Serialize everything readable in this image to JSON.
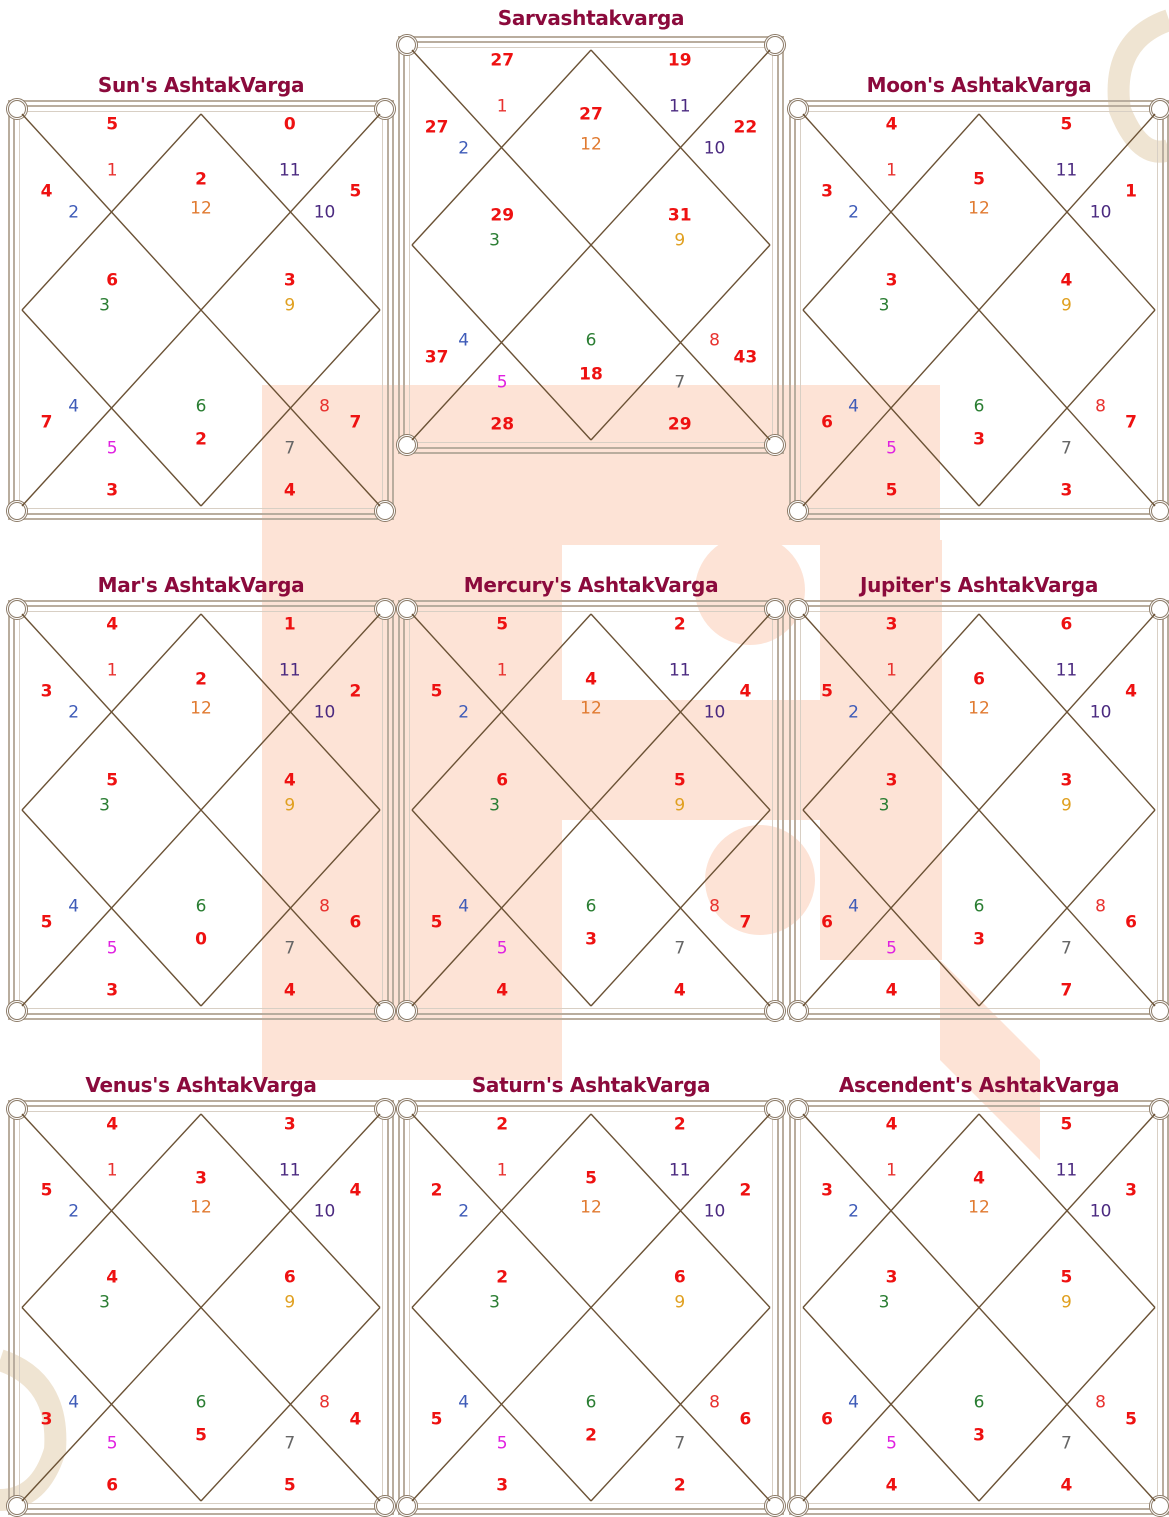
{
  "colors": {
    "title": "#8b0a3c",
    "value": "#ee1111",
    "line": "#6b5235",
    "watermark": "#fde3d6",
    "house_numbers": {
      "1": "#e8322f",
      "2": "#3e5bb8",
      "3": "#2a7d32",
      "4": "#3e5bb8",
      "5": "#e020e0",
      "6": "#2a7d32",
      "7": "#666666",
      "8": "#e8322f",
      "9": "#e0a020",
      "10": "#4b2a80",
      "11": "#4b2a80",
      "12": "#e07a30"
    }
  },
  "background": {
    "watermark_icon": "om-symbol-icon"
  },
  "charts": [
    {
      "title": "Sarvashtakvarga",
      "houses": [
        "1",
        "2",
        "3",
        "4",
        "5",
        "6",
        "7",
        "8",
        "9",
        "10",
        "11",
        "12"
      ],
      "values": [
        "27",
        "27",
        "27",
        "29",
        "37",
        "28",
        "18",
        "29",
        "43",
        "31",
        "22",
        "19"
      ]
    },
    {
      "title": "Sun's AshtakVarga",
      "houses": [
        "1",
        "2",
        "3",
        "4",
        "5",
        "6",
        "7",
        "8",
        "9",
        "10",
        "11",
        "12"
      ],
      "values": [
        "2",
        "5",
        "4",
        "6",
        "7",
        "3",
        "2",
        "4",
        "7",
        "3",
        "5",
        "0"
      ]
    },
    {
      "title": "Moon's AshtakVarga",
      "houses": [
        "1",
        "2",
        "3",
        "4",
        "5",
        "6",
        "7",
        "8",
        "9",
        "10",
        "11",
        "12"
      ],
      "values": [
        "5",
        "4",
        "3",
        "3",
        "6",
        "5",
        "3",
        "3",
        "7",
        "4",
        "1",
        "5"
      ]
    },
    {
      "title": "Mar's AshtakVarga",
      "houses": [
        "1",
        "2",
        "3",
        "4",
        "5",
        "6",
        "7",
        "8",
        "9",
        "10",
        "11",
        "12"
      ],
      "values": [
        "2",
        "4",
        "3",
        "5",
        "5",
        "3",
        "0",
        "4",
        "6",
        "4",
        "2",
        "1"
      ]
    },
    {
      "title": "Mercury's AshtakVarga",
      "houses": [
        "1",
        "2",
        "3",
        "4",
        "5",
        "6",
        "7",
        "8",
        "9",
        "10",
        "11",
        "12"
      ],
      "values": [
        "4",
        "5",
        "5",
        "6",
        "5",
        "4",
        "3",
        "4",
        "7",
        "5",
        "4",
        "2"
      ]
    },
    {
      "title": "Jupiter's AshtakVarga",
      "houses": [
        "1",
        "2",
        "3",
        "4",
        "5",
        "6",
        "7",
        "8",
        "9",
        "10",
        "11",
        "12"
      ],
      "values": [
        "6",
        "3",
        "5",
        "3",
        "6",
        "4",
        "3",
        "7",
        "6",
        "3",
        "4",
        "6"
      ]
    },
    {
      "title": "Venus's AshtakVarga",
      "houses": [
        "1",
        "2",
        "3",
        "4",
        "5",
        "6",
        "7",
        "8",
        "9",
        "10",
        "11",
        "12"
      ],
      "values": [
        "3",
        "4",
        "5",
        "4",
        "3",
        "6",
        "5",
        "5",
        "4",
        "6",
        "4",
        "3"
      ]
    },
    {
      "title": "Saturn's AshtakVarga",
      "houses": [
        "1",
        "2",
        "3",
        "4",
        "5",
        "6",
        "7",
        "8",
        "9",
        "10",
        "11",
        "12"
      ],
      "values": [
        "5",
        "2",
        "2",
        "2",
        "5",
        "3",
        "2",
        "2",
        "6",
        "6",
        "2",
        "2"
      ]
    },
    {
      "title": "Ascendent's AshtakVarga",
      "houses": [
        "1",
        "2",
        "3",
        "4",
        "5",
        "6",
        "7",
        "8",
        "9",
        "10",
        "11",
        "12"
      ],
      "values": [
        "4",
        "4",
        "3",
        "3",
        "6",
        "4",
        "3",
        "4",
        "5",
        "5",
        "3",
        "5"
      ]
    }
  ]
}
